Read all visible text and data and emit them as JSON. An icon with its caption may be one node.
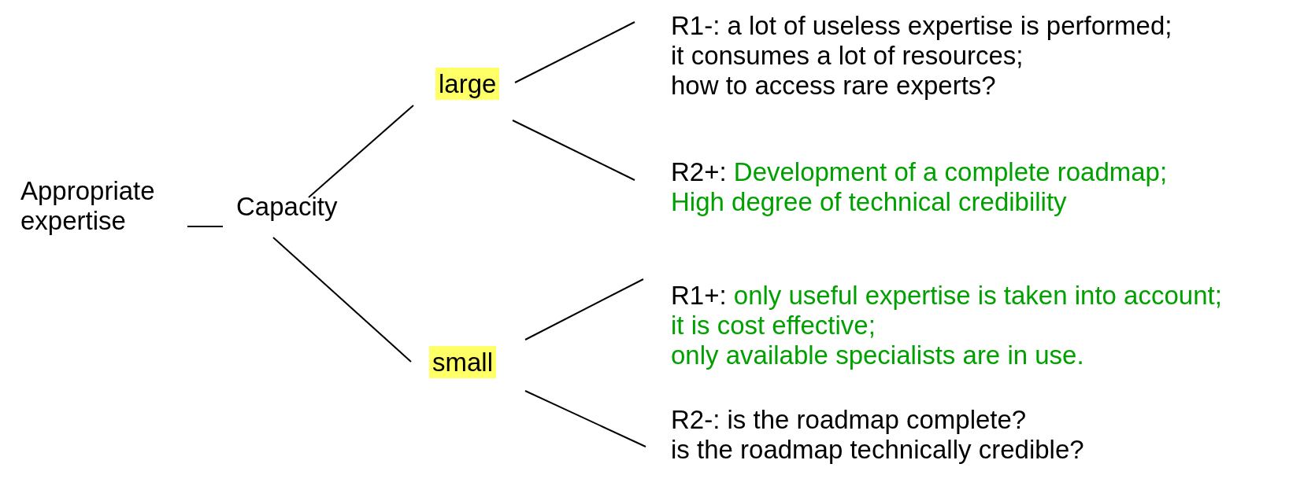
{
  "diagram": {
    "nodes": [
      {
        "text": [
          "Appropriate expertise"
        ]
      },
      {
        "text": [
          "Capacity"
        ]
      },
      {
        "text": [
          "large"
        ]
      },
      {
        "text": [
          "small"
        ]
      },
      {
        "text": [
          "R1-: a lot of useless expertise is performed; it consumes a lot of resources; how to access rare experts?"
        ]
      },
      {
        "text": [
          "R2+:",
          "Development of a complete roadmap; High degree of technical credibility"
        ]
      },
      {
        "text": [
          "R1+:",
          "only useful expertise is taken into account; it is cost effective; only available specialists are in use."
        ]
      },
      {
        "text": [
          "R2-: is the roadmap complete? is the roadmap technically credible?"
        ]
      }
    ],
    "edges": [
      {
        "from": 0,
        "to": 1,
        "arrow": "none"
      },
      {
        "from": 1,
        "to": 2,
        "arrow": "none"
      },
      {
        "from": 1,
        "to": 3,
        "arrow": "none"
      },
      {
        "from": 2,
        "to": 4,
        "arrow": "none"
      },
      {
        "from": 2,
        "to": 5,
        "arrow": "none"
      },
      {
        "from": 3,
        "to": 6,
        "arrow": "none"
      },
      {
        "from": 3,
        "to": 7,
        "arrow": "none"
      }
    ]
  }
}
